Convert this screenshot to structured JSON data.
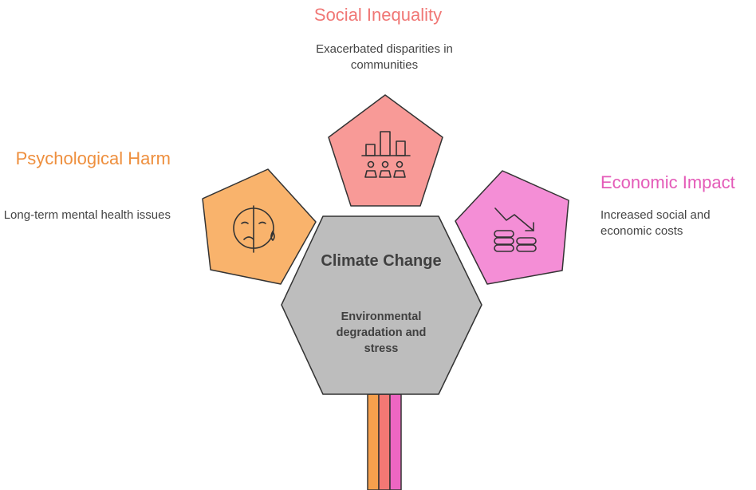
{
  "colors": {
    "social": "#F07775",
    "social_fill": "#F89A97",
    "psychological": "#EE8F3E",
    "psychological_fill": "#F9B36C",
    "economic": "#E45BB8",
    "economic_fill": "#F48ED6",
    "center_fill": "#BDBDBD",
    "outline": "#333333"
  },
  "center": {
    "title": "Climate Change",
    "description": "Environmental degradation and stress"
  },
  "nodes": {
    "social": {
      "title": "Social Inequality",
      "description": "Exacerbated disparities in communities",
      "icon": "people-bar-chart-icon"
    },
    "psychological": {
      "title": "Psychological Harm",
      "description": "Long-term mental health issues",
      "icon": "sad-face-tear-icon"
    },
    "economic": {
      "title": "Economic Impact",
      "description": "Increased social and economic costs",
      "icon": "coins-downtrend-icon"
    }
  }
}
